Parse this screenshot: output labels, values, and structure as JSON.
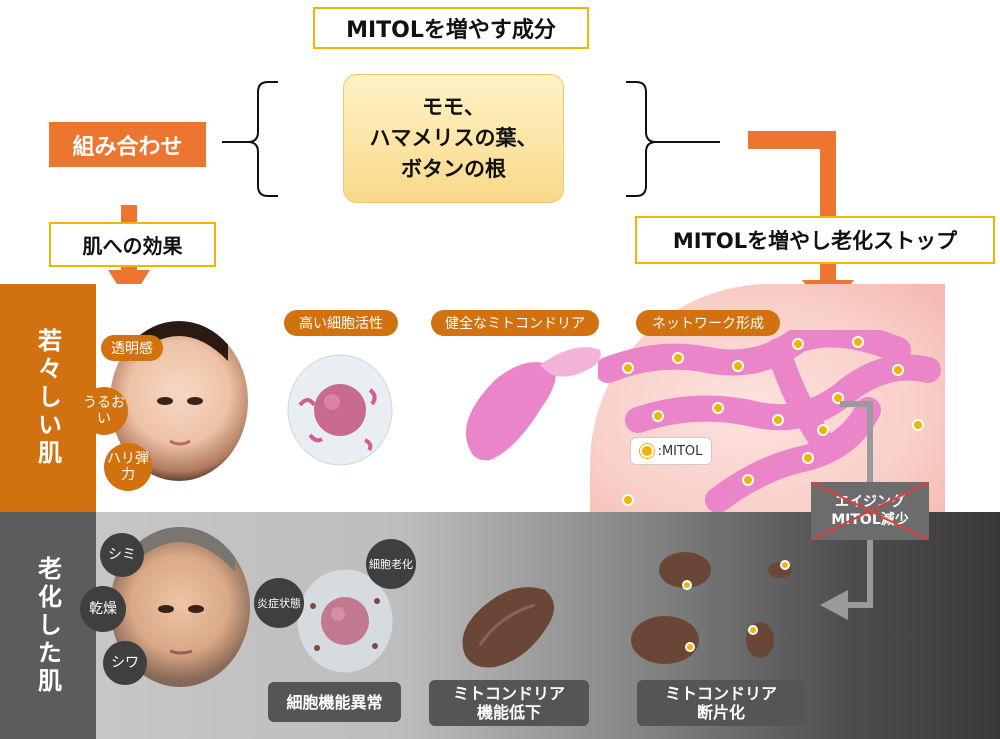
{
  "title": "MITOLを増やす成分",
  "combine_label": "組み合わせ",
  "ingredients": [
    "モモ、",
    "ハマメリスの葉、",
    "ボタンの根"
  ],
  "skin_effect_label": "肌への効果",
  "mitol_increase_label": "MITOLを増やし老化ストップ",
  "young": {
    "side_label": "若々しい肌",
    "traits": [
      "透明感",
      "うるおい",
      "ハリ弾力"
    ],
    "features": [
      "高い細胞活性",
      "健全なミトコンドリア",
      "ネットワーク形成"
    ],
    "mitol_legend": ":MITOL"
  },
  "aged": {
    "side_label": "老化した肌",
    "traits": [
      "シミ",
      "乾燥",
      "シワ"
    ],
    "cell_states": [
      "炎症状態",
      "細胞老化"
    ],
    "outcomes": [
      {
        "line1": "細胞機能異常",
        "line2": ""
      },
      {
        "line1": "ミトコンドリア",
        "line2": "機能低下"
      },
      {
        "line1": "ミトコンドリア",
        "line2": "断片化"
      }
    ],
    "aging_note": {
      "line1": "エイジング",
      "line2": "MITOL減少"
    }
  },
  "colors": {
    "orange": "#ec7530",
    "dark_orange": "#d1710f",
    "gold_border": "#f2b400",
    "mitochondria_pink": "#e985c8",
    "gray": "#5c5c5c"
  }
}
